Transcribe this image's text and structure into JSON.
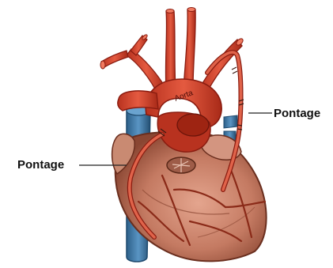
{
  "labels": {
    "aorta": "Aorta",
    "bypass_right": "Pontage",
    "bypass_left": "Pontage"
  },
  "colors": {
    "artery": "#d8452f",
    "artery_dark": "#8a1c10",
    "vein": "#3f7aa8",
    "vein_dark": "#1e4a6e",
    "heart": "#c9826a",
    "heart_dark": "#7a3b2a",
    "background": "#ffffff"
  }
}
